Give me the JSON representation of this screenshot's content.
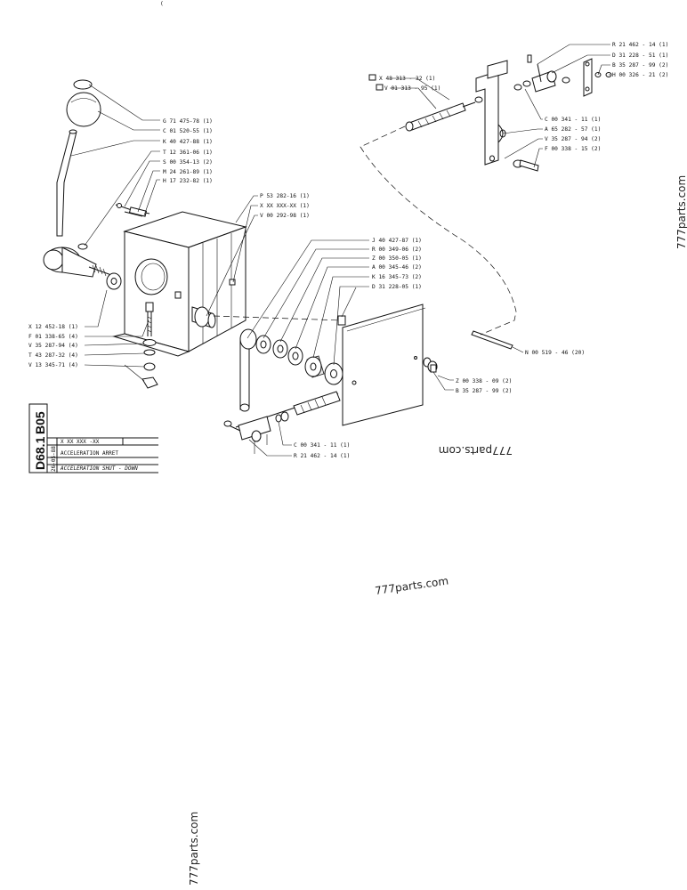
{
  "title_block": {
    "section": "B05",
    "sheet": "D68.1",
    "date": "26-05-88",
    "part_no": "X XX XXX -XX",
    "title_fr": "ACCELERATION  ARRET",
    "title_en": "ACCELERATION SHUT - DOWN"
  },
  "watermarks": {
    "top_right_vertical": "777parts.com",
    "mid_mirrored": "777parts.com",
    "center": "777parts.com",
    "bottom_left_vertical": "777parts.com",
    "top_stray": "("
  },
  "callouts_left": [
    "G 71 475-78 (1)",
    "C 01 520-55 (1)",
    "K 40 427-88 (1)",
    "T 12 361-06 (1)",
    "S 00 354-13 (2)",
    "M 24 261-89 (1)",
    "H 17 232-82 (1)"
  ],
  "callouts_box": [
    "P 53 282-16 (1)",
    "X XX XXX-XX (1)",
    "V 00 292-98 (1)"
  ],
  "callouts_bottom_left": [
    "X 12 452-18 (1)",
    "F 01 338-65 (4)",
    "V 35 287-94 (4)",
    "T 43 287-32 (4)",
    "V 13 345-71 (4)"
  ],
  "callouts_center": [
    "J 40 427-87 (1)",
    "R 00 349-06 (2)",
    "Z 00 350-05 (1)",
    "A 00 345-46 (2)",
    "K 16 345-73 (2)",
    "D 31 228-05 (1)"
  ],
  "callouts_top_right": [
    "R 21 462 - 14 (1)",
    "D 31  228 - 51 (1)",
    "B 35  287 - 99 (2)",
    "H 00  326 - 21  (2)"
  ],
  "callouts_top_cable": [
    "X 48 313 - 32 (1)",
    "V 01 313 - 95 (1)"
  ],
  "callouts_right_bracket": [
    "C 00  341 - 11 (1)",
    "A 65  282 - 57 (1)",
    "V 35  287 - 94 (2)",
    "F 00  338 - 15 (2)"
  ],
  "callouts_plate": [
    "N 00  519 - 46  (20)",
    "Z 00  338 - 09 (2)",
    "B 35  287 - 99 (2)"
  ],
  "callouts_cable_end": [
    "C 00 341 - 11 (1)",
    "R 21 462 - 14 (1)"
  ]
}
